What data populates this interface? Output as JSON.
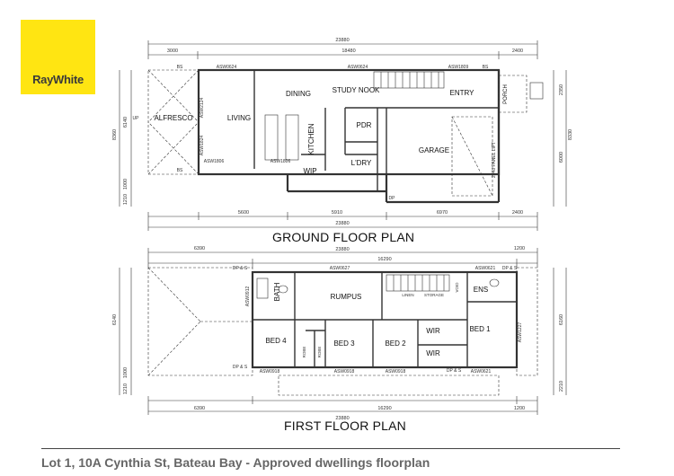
{
  "brand": {
    "name": "RayWhite",
    "color": "#ffe512"
  },
  "ground_floor": {
    "title": "GROUND FLOOR PLAN",
    "dims_top": [
      "23880",
      "3000",
      "18480",
      "2400"
    ],
    "dims_bottom": [
      "23880",
      "5600",
      "5910",
      "6970",
      "2400"
    ],
    "dims_left": [
      "6140",
      "8360",
      "1000",
      "1210"
    ],
    "dims_right": [
      "2350",
      "8330",
      "6000"
    ],
    "rooms": {
      "alfresco": "ALFRESCO",
      "living": "LIVING",
      "dining": "DINING",
      "study": "STUDY NOOK",
      "entry": "ENTRY",
      "porch": "PORCH",
      "pdr": "PDR",
      "kitchen": "KITCHEN",
      "ldry": "L'DRY",
      "wip": "WIP",
      "garage": "GARAGE"
    },
    "labels": {
      "asw_living_top": "ASW0624",
      "asw_dining_top": "ASW0624",
      "asw_entry_top": "ASW1809",
      "asw_living_bottom": "ASW1806",
      "asw_kitchen_bottom": "ASW1806",
      "asw_alfresco_side": "ASW2124",
      "asw_living_side": "ASW1824",
      "panel_lift": "2448 PANEL LIFT",
      "bs": "BS",
      "up": "UP",
      "dp": "DP"
    }
  },
  "first_floor": {
    "title": "FIRST FLOOR PLAN",
    "dims_top": [
      "23880",
      "6390",
      "16290",
      "1200"
    ],
    "dims_bottom": [
      "23880",
      "6390",
      "16290",
      "1200"
    ],
    "dims_left": [
      "6140",
      "1000",
      "1210"
    ],
    "dims_right": [
      "6160",
      "2210"
    ],
    "rooms": {
      "rumpus": "RUMPUS",
      "bath": "BATH",
      "ens": "ENS",
      "bed1": "BED 1",
      "bed2": "BED 2",
      "bed3": "BED 3",
      "bed4": "BED 4",
      "wir1": "WIR",
      "wir2": "WIR",
      "robe1": "ROBE",
      "robe2": "ROBE",
      "linen": "LINEN",
      "storage": "STORAGE",
      "void": "VOID"
    },
    "labels": {
      "asw_top1": "ASW0627",
      "asw_top2": "ASW0621",
      "asw_bottom1": "ASW0918",
      "asw_bottom2": "ASW0918",
      "asw_bottom3": "ASW0918",
      "asw_bottom4": "ASW0621",
      "asw_left": "ASW0912",
      "asw_right": "ASW1227",
      "dp_s": "DP & S"
    }
  },
  "caption": "Lot 1, 10A Cynthia St, Bateau Bay - Approved dwellings floorplan"
}
